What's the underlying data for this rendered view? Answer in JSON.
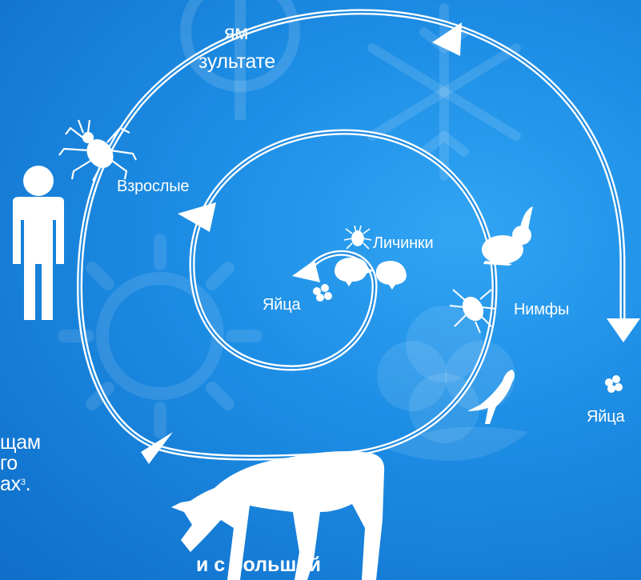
{
  "side_text": {
    "top_line1": "ям",
    "top_line2": "зультате",
    "bottom_line1": "щам",
    "bottom_line2": "го",
    "bottom_line3": "ах",
    "bottom_line3_sup": "3",
    "bottom_line3_end": ".",
    "bold_line": "и с большой"
  },
  "labels": {
    "adults": "Взрослые",
    "larvae": "Личинки",
    "eggs_center": "Яйца",
    "nymphs": "Нимфы",
    "eggs_right": "Яйца"
  },
  "colors": {
    "bg_light": "#32a5f4",
    "bg_mid": "#1e8fe6",
    "bg_dark": "#0f6ec9",
    "line": "#ffffff"
  }
}
